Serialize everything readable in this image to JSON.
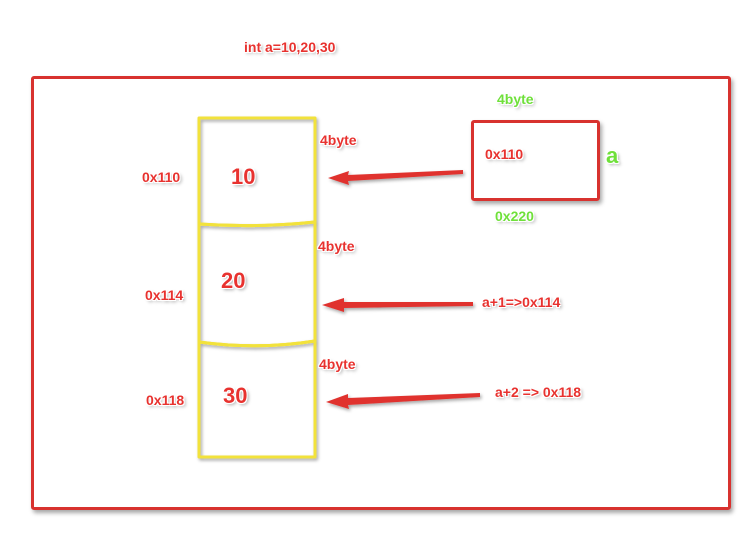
{
  "title": "int a=10,20,30",
  "array": {
    "cells": [
      {
        "value": "10",
        "address": "0x110",
        "size": "4byte"
      },
      {
        "value": "20",
        "address": "0x114",
        "size": "4byte"
      },
      {
        "value": "30",
        "address": "0x118",
        "size": "4byte"
      }
    ]
  },
  "pointer": {
    "name": "a",
    "value": "0x110",
    "size": "4byte",
    "address": "0x220"
  },
  "annotations": {
    "a_plus_1": "a+1=>0x114",
    "a_plus_2": "a+2 => 0x118"
  },
  "colors": {
    "red": "#e8322f",
    "yellow": "#f2e23a",
    "green": "#6fe03a"
  }
}
